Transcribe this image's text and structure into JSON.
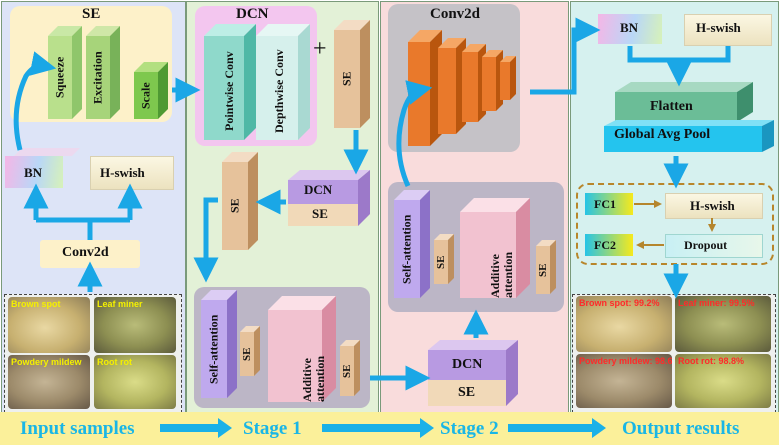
{
  "se_block": {
    "title": "SE",
    "squeeze": "Squeeze",
    "excitation": "Excitation",
    "scale": "Scale"
  },
  "input_panel": {
    "bn": "BN",
    "hswish": "H-swish",
    "conv2d": "Conv2d",
    "samples": [
      "Brown spot",
      "Leaf miner",
      "Powdery mildew",
      "Root rot"
    ]
  },
  "stage1": {
    "dcn_title": "DCN",
    "pointwise": "Pointwise Conv",
    "depthwise": "Depthwise Conv",
    "plus": "+",
    "se": "SE",
    "dcn": "DCN",
    "dcn_se": "SE",
    "self_attention": "Self-attention",
    "additive_attention": "Additive attention"
  },
  "stage2": {
    "conv2d": "Conv2d",
    "self_attention": "Self-attention",
    "additive_attention": "Additive attention",
    "se": "SE",
    "dcn": "DCN",
    "dcn_se": "SE"
  },
  "output_panel": {
    "bn": "BN",
    "hswish": "H-swish",
    "flatten": "Flatten",
    "gap": "Global Avg Pool",
    "fc1": "FC1",
    "fc_hswish": "H-swish",
    "fc2": "FC2",
    "dropout": "Dropout",
    "results": [
      "Brown spot: 99.2%",
      "Leaf miner: 99.5%",
      "Powdery mildew: 98.6%",
      "Root rot: 98.8%"
    ]
  },
  "footer": {
    "input": "Input samples",
    "stage1": "Stage 1",
    "stage2": "Stage 2",
    "output": "Output results"
  },
  "colors": {
    "arrow": "#1aa7e6",
    "footer_bg": "#fbf09a",
    "footer_text": "#19b6e6",
    "panel_input": "#dde4f7",
    "panel_stage1": "#e3f1d7",
    "panel_stage2": "#f9dcdc",
    "panel_output": "#d6f1ef",
    "conv_orange": "#e77a1e",
    "gray_box": "#b8b4c0"
  }
}
